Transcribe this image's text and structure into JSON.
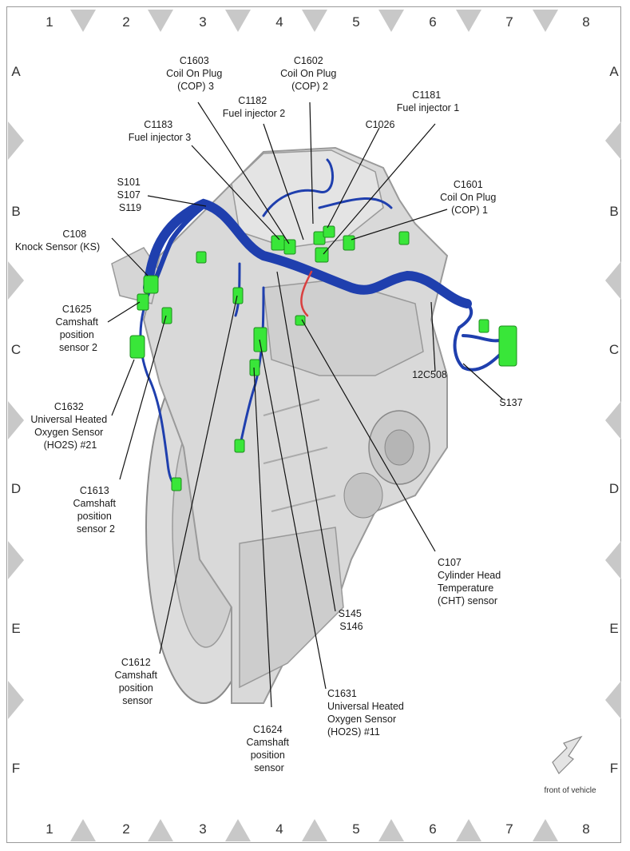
{
  "grid": {
    "columns": [
      "1",
      "2",
      "3",
      "4",
      "5",
      "6",
      "7",
      "8"
    ],
    "rows": [
      "A",
      "B",
      "C",
      "D",
      "E",
      "F"
    ]
  },
  "labels": {
    "c1603": [
      "C1603",
      "Coil On Plug",
      "(COP) 3"
    ],
    "c1602": [
      "C1602",
      "Coil On Plug",
      "(COP) 2"
    ],
    "c1182": [
      "C1182",
      "Fuel injector 2"
    ],
    "c1181": [
      "C1181",
      "Fuel injector 1"
    ],
    "c1183": [
      "C1183",
      "Fuel injector 3"
    ],
    "c1026": [
      "C1026"
    ],
    "s101": [
      "S101",
      "S107",
      "S119"
    ],
    "c1601": [
      "C1601",
      "Coil On Plug",
      "(COP) 1"
    ],
    "c108": [
      "C108",
      "Knock Sensor (KS)"
    ],
    "c1625": [
      "C1625",
      "Camshaft",
      "position",
      "sensor 2"
    ],
    "c1632": [
      "C1632",
      "Universal Heated",
      "Oxygen Sensor",
      "(HO2S) #21"
    ],
    "c1613": [
      "C1613",
      "Camshaft",
      "position",
      "sensor 2"
    ],
    "c12c508": [
      "12C508"
    ],
    "s137": [
      "S137"
    ],
    "c107": [
      "C107",
      "Cylinder Head",
      "Temperature",
      "(CHT) sensor"
    ],
    "s145": [
      "S145",
      "S146"
    ],
    "c1612": [
      "C1612",
      "Camshaft",
      "position",
      "sensor"
    ],
    "c1631": [
      "C1631",
      "Universal Heated",
      "Oxygen Sensor",
      "(HO2S) #11"
    ],
    "c1624": [
      "C1624",
      "Camshaft",
      "position",
      "sensor"
    ],
    "front": [
      "front of vehicle"
    ]
  },
  "colors": {
    "harness": "#1f3fae",
    "connector": "#39e639",
    "engine": "#d9d9d9",
    "engine_dark": "#a8a8a8",
    "marker": "#c8c8c8",
    "wire_red": "#d94040"
  }
}
